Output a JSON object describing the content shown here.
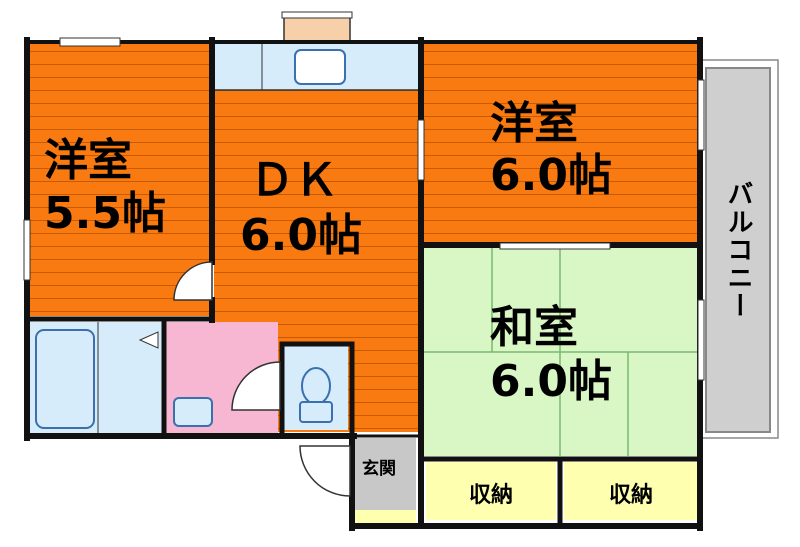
{
  "rooms": {
    "western_left": {
      "name": "洋室",
      "size": "5.5帖"
    },
    "dk": {
      "name": "ＤＫ",
      "size": "6.0帖"
    },
    "western_right": {
      "name": "洋室",
      "size": "6.0帖"
    },
    "japanese": {
      "name": "和室",
      "size": "6.0帖"
    }
  },
  "balcony": {
    "label": "バルコニー"
  },
  "entrance": {
    "label": "玄関"
  },
  "storage_left": {
    "label": "収納"
  },
  "storage_right": {
    "label": "収納"
  },
  "colors": {
    "floor_orange": "#f97a10",
    "floor_line": "#c85a00",
    "tatami_green": "#d8f7c4",
    "tatami_line": "#7ab870",
    "bath_blue": "#d6ecfb",
    "washroom_pink": "#f7b6d2",
    "storage_yellow": "#ffffb0",
    "balcony_gray": "#cfcfcf",
    "entrance_gray": "#c8c8c8",
    "window_peach": "#f7cfa8",
    "wall": "#111111"
  }
}
